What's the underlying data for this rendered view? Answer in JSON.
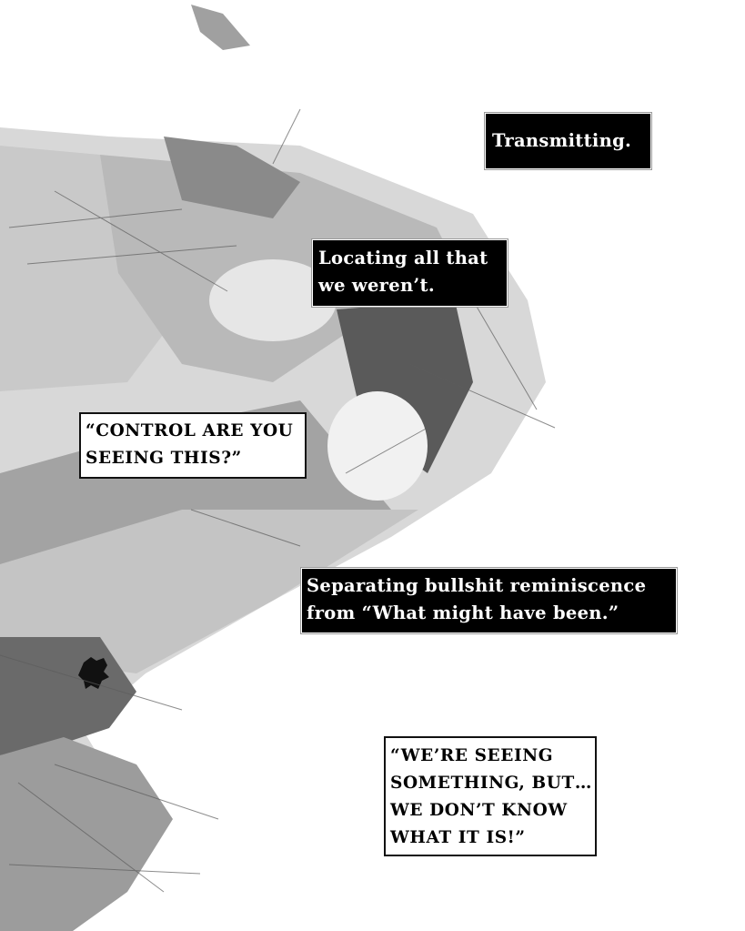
{
  "captions": {
    "transmitting": [
      "Transmitting."
    ],
    "locating": [
      "Locating all that",
      "we weren’t."
    ],
    "separating": [
      "Separating bullshit reminiscence",
      "from “What might have been.”"
    ]
  },
  "dialogue": {
    "control": [
      "“CONTROL ARE YOU",
      "SEEING THIS?”"
    ],
    "seeing": [
      "“WE’RE SEEING",
      "SOMETHING, BUT…",
      "WE DON’T KNOW",
      "WHAT IT IS!”"
    ]
  },
  "colors": {
    "caption_bg": "#000000",
    "caption_text": "#ffffff",
    "dialogue_bg": "#ffffff",
    "dialogue_text": "#000000",
    "art_light": "#d6d6d6",
    "art_mid": "#a8a8a8",
    "art_dark": "#4a4a4a"
  }
}
